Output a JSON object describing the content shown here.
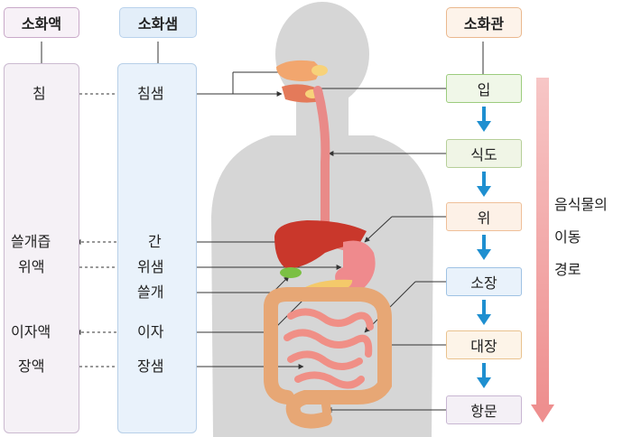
{
  "headers": {
    "juice": "소화액",
    "gland": "소화샘",
    "tract": "소화관"
  },
  "juices": [
    "침",
    "쓸개즙",
    "위액",
    "이자액",
    "장액"
  ],
  "glands": [
    "침샘",
    "간",
    "위샘",
    "쓸개",
    "이자",
    "장샘"
  ],
  "tract": [
    "입",
    "식도",
    "위",
    "소장",
    "대장",
    "항문"
  ],
  "food_path": [
    "음식물의",
    "이동",
    "경로"
  ],
  "colors": {
    "juice_header_border": "#c9a9c9",
    "gland_header_bg": "#e3eef9",
    "tract_header_border": "#eab88e",
    "down_arrow": "#1e8fd0",
    "path_arrow": "#f0a0a0"
  }
}
